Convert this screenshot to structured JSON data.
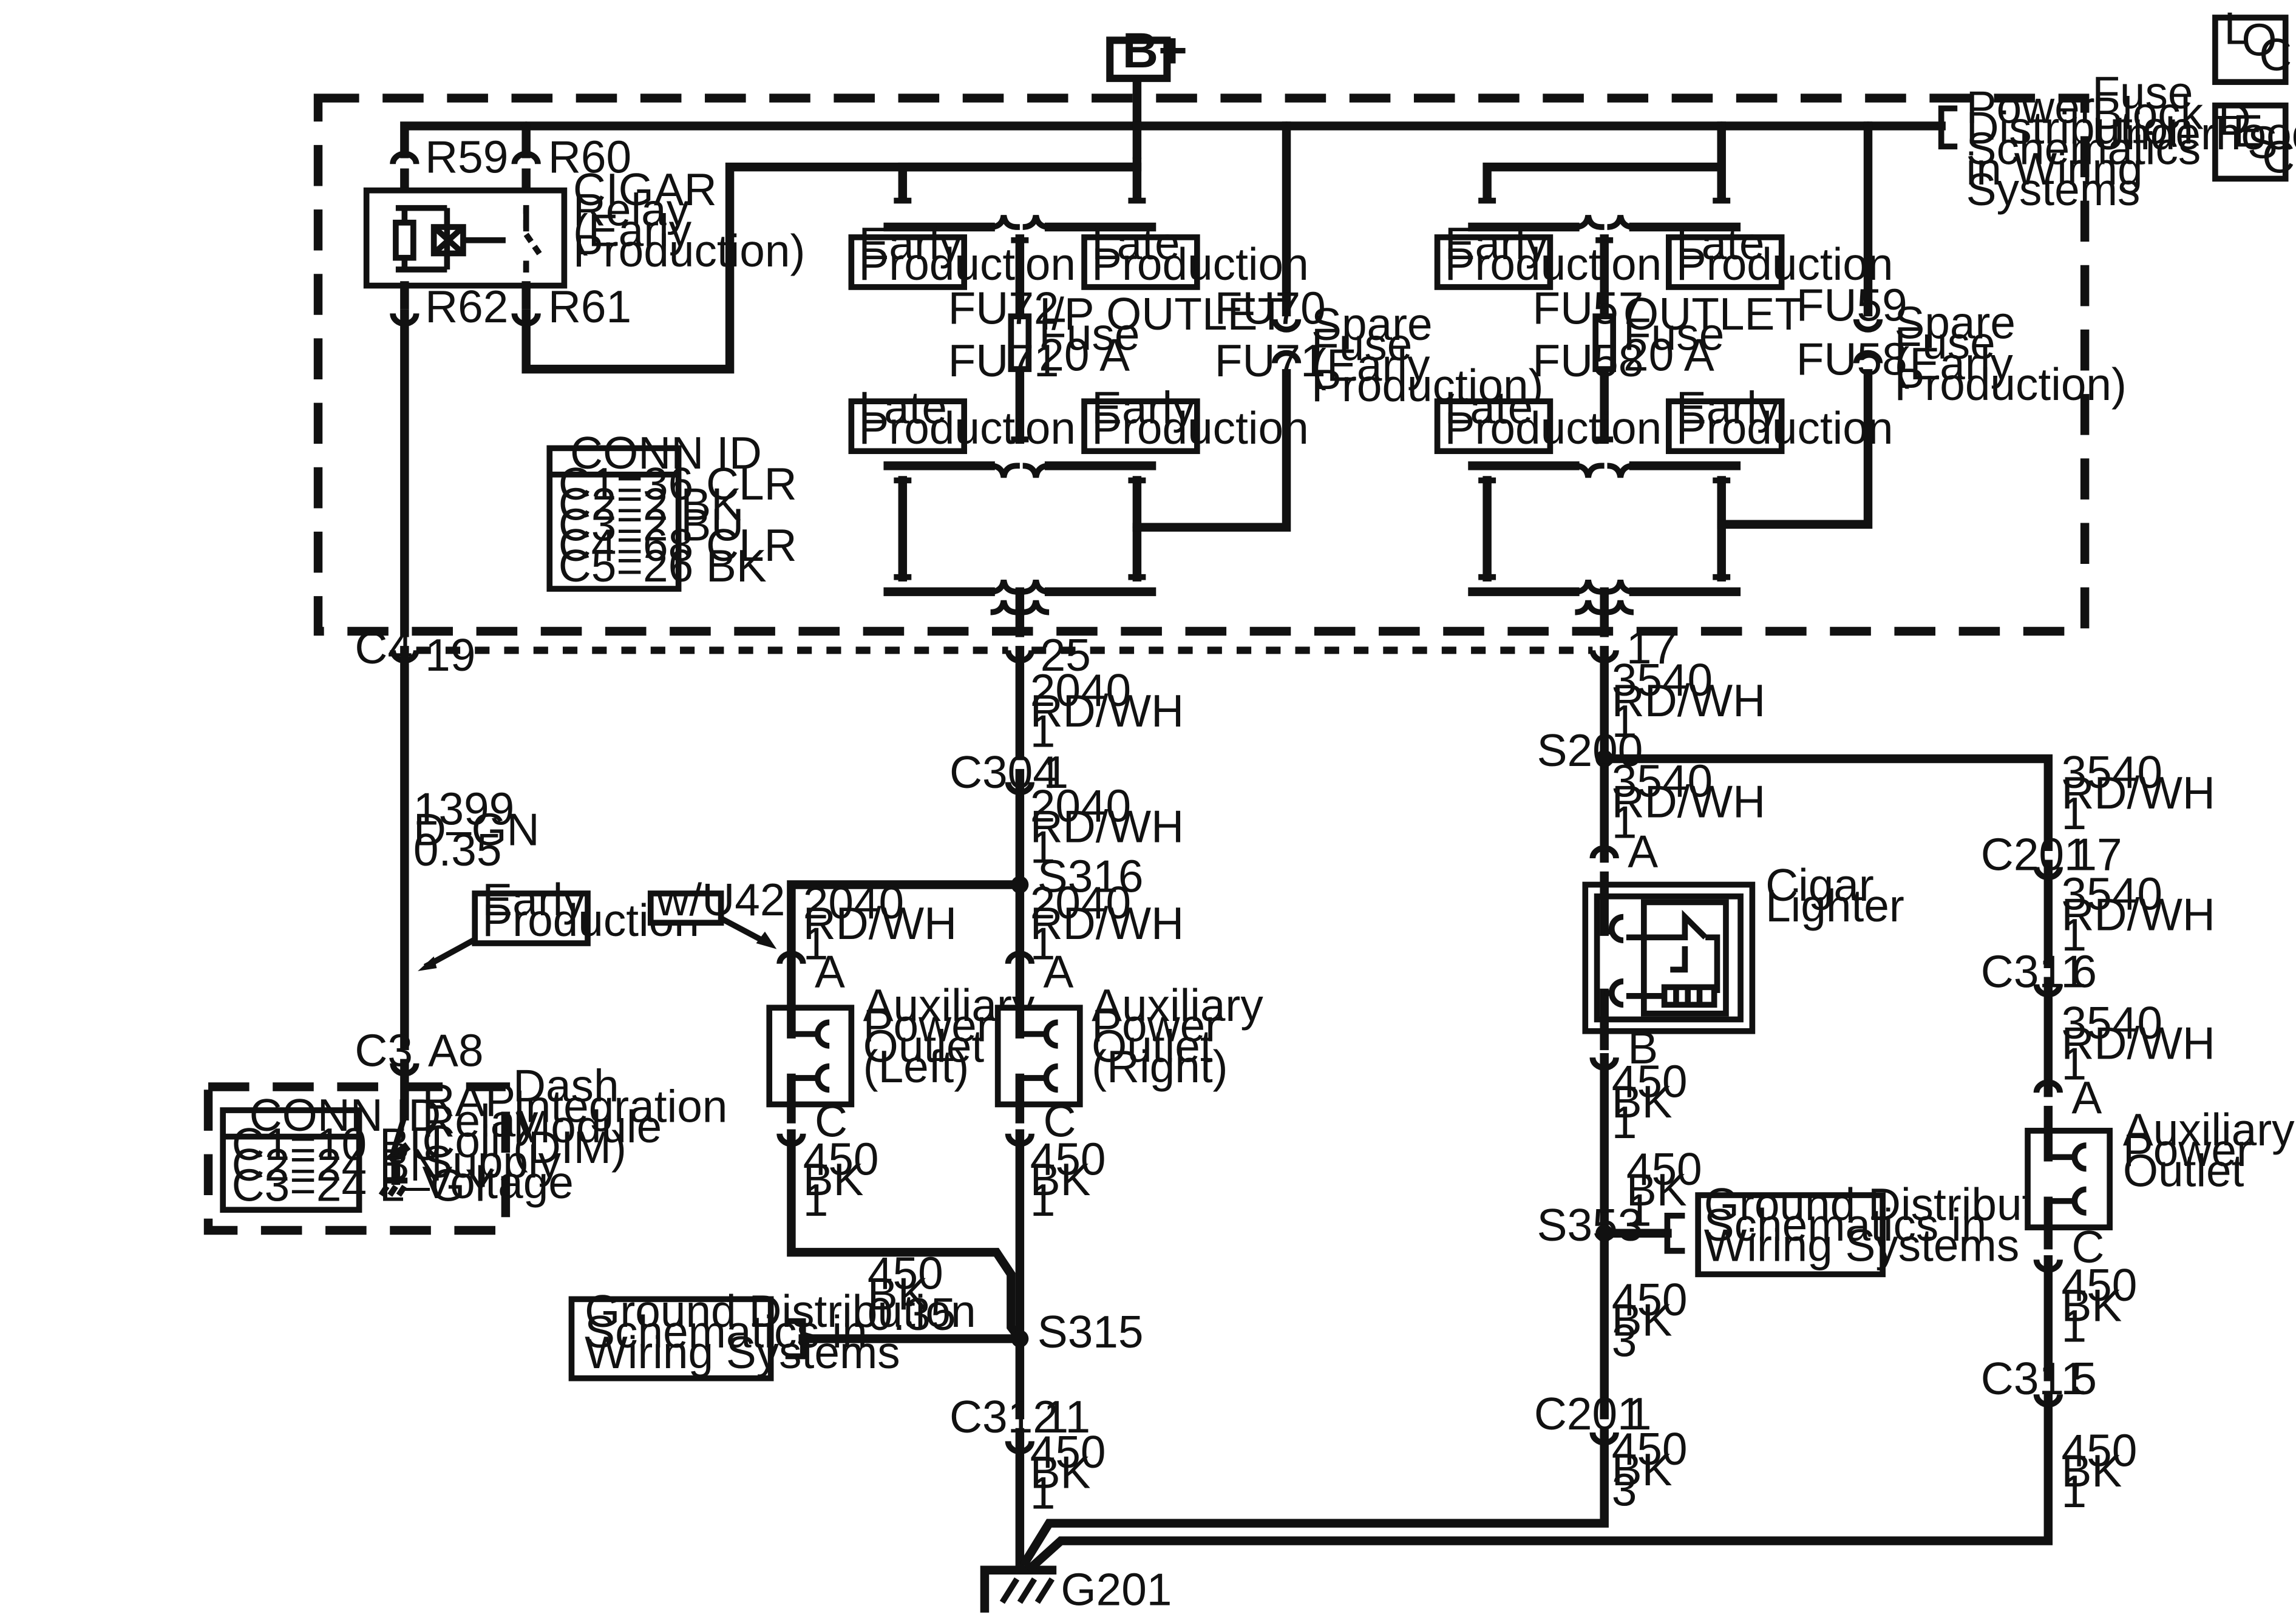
{
  "power_source": "B+",
  "nav": {
    "loc": [
      "L",
      "O",
      "C"
    ],
    "desc": [
      "D",
      "E",
      "S",
      "C"
    ]
  },
  "fuse_block": {
    "title": [
      "Fuse",
      "Block –",
      "Underhood"
    ]
  },
  "power_dist_ref": [
    "Power",
    "Distribution",
    "Schematics",
    "in Wiring",
    "Systems"
  ],
  "relay": {
    "label": [
      "CIGAR",
      "Relay",
      "(Early",
      "Production)"
    ],
    "pins": {
      "r59": "R59",
      "r60": "R60",
      "r62": "R62",
      "r61": "R61"
    }
  },
  "left_fuse": {
    "early_top": [
      "Early",
      "Production"
    ],
    "late_top": [
      "Late",
      "Production"
    ],
    "late_bottom": [
      "Late",
      "Production"
    ],
    "early_bottom": [
      "Early",
      "Production"
    ],
    "top_id": "FU72",
    "bottom_id": "FU71",
    "name": [
      "I/P OUTLET",
      "Fuse",
      "20 A"
    ]
  },
  "spare1": {
    "top_id": "FU70",
    "bottom_id": "FU71",
    "name": [
      "Spare",
      "Fuse",
      "(Early",
      "Production)"
    ]
  },
  "right_fuse": {
    "early_top": [
      "Early",
      "Production"
    ],
    "late_top": [
      "Late",
      "Production"
    ],
    "late_bottom": [
      "Late",
      "Production"
    ],
    "early_bottom": [
      "Early",
      "Production"
    ],
    "top_id": "FU57",
    "bottom_id": "FU58",
    "name": [
      "OUTLET",
      "Fuse",
      "20 A"
    ]
  },
  "spare2": {
    "top_id": "FU59",
    "bottom_id": "FU58",
    "name": [
      "Spare",
      "Fuse",
      "(Early",
      "Production)"
    ]
  },
  "conn_id_fuse": {
    "title": "CONN ID",
    "lines": [
      "C1=36 CLR",
      "C2=2 BK",
      "C3=2 BU",
      "C4=68 CLR",
      "C5=26 BK"
    ]
  },
  "c4": {
    "name": "C4",
    "p19": "19",
    "p25": "25",
    "p17": "17"
  },
  "wire_1399": [
    "1399",
    "D–GN",
    "0.35"
  ],
  "early_prod_note": [
    "Early",
    "Production"
  ],
  "c3": {
    "name": "C3",
    "pin": "A8"
  },
  "dim": {
    "module": [
      "Dash",
      "Integration",
      "Module",
      "(DIM)"
    ],
    "rap": [
      "RAP",
      "Relay",
      "Coil",
      "Supply",
      "Voltage"
    ],
    "conn_title": "CONN ID",
    "conn_lines": [
      "C1=10 BU",
      "C2=24 BN",
      "C3=24 L–GY"
    ]
  },
  "wire_2040": [
    "2040",
    "RD/WH",
    "1"
  ],
  "c304": {
    "name": "C304",
    "pin": "1"
  },
  "s316": "S316",
  "wu42": "w/U42",
  "apo_left": {
    "label": [
      "Auxiliary",
      "Power",
      "Outlet",
      "(Left)"
    ],
    "pin_a": "A",
    "pin_c": "C"
  },
  "apo_right": {
    "label": [
      "Auxiliary",
      "Power",
      "Outlet",
      "(Right)"
    ],
    "pin_a": "A",
    "pin_c": "C"
  },
  "wire_450_1": [
    "450",
    "BK",
    "1"
  ],
  "wire_450_035": [
    "450",
    "BK",
    "0.35"
  ],
  "wire_450_3": [
    "450",
    "BK",
    "3"
  ],
  "ground_ref_left": [
    "Ground Distribution",
    "Schematics in",
    "Wiring Systems"
  ],
  "ground_ref_right": [
    "Ground Distribution",
    "Schematics in",
    "Wiring Systems"
  ],
  "s315": "S315",
  "c312": {
    "name": "C312",
    "pin": "11"
  },
  "ground": "G201",
  "wire_3540": [
    "3540",
    "RD/WH",
    "1"
  ],
  "s200": "S200",
  "cigar_lighter": {
    "label": [
      "Cigar",
      "Lighter"
    ],
    "pin_a": "A",
    "pin_b": "B"
  },
  "s353": "S353",
  "c201_l": {
    "name": "C201",
    "pin": "1"
  },
  "c201_r": {
    "name": "C201",
    "pin": "17"
  },
  "c311_a": {
    "name": "C311",
    "pin": "6"
  },
  "c311_b": {
    "name": "C311",
    "pin": "5"
  },
  "apo_rear": {
    "label": [
      "Auxiliary",
      "Power",
      "Outlet"
    ],
    "pin_a": "A",
    "pin_c": "C"
  }
}
